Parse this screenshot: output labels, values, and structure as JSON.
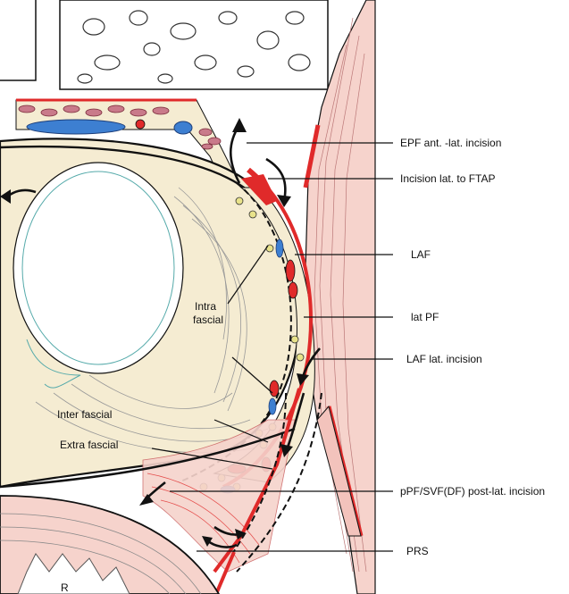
{
  "labels": {
    "epf": "EPF ant. -lat. incision",
    "incision_ftap": "Incision lat. to FTAP",
    "laf": "LAF",
    "lat_pf": "lat PF",
    "laf_lat_incision": "LAF lat. incision",
    "ppf_svf": "pPF/SVF(DF) post-lat. incision",
    "prs": "PRS",
    "intra_line1": "Intra",
    "intra_line2": "fascial",
    "inter_fascial": "Inter fascial",
    "extra_fascial": "Extra fascial",
    "r": "R"
  },
  "colors": {
    "fascia_fill": "#f5ecd2",
    "muscle_red": "#e02a2a",
    "vessel_blue": "#3d7fd1",
    "fat_yellow": "#f1e9a0",
    "muscle_pink": "#f2c9c4",
    "line": "#111111"
  }
}
